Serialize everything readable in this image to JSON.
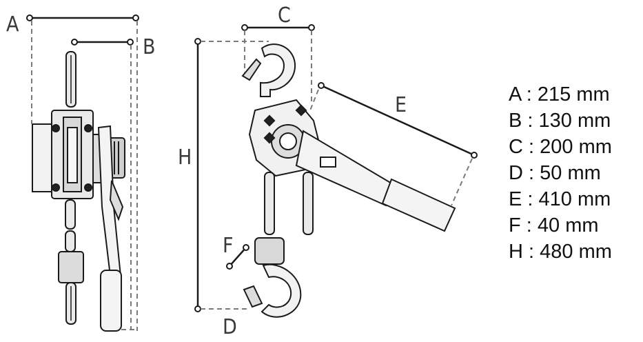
{
  "dimensions": [
    {
      "letter": "A",
      "value": "215 mm"
    },
    {
      "letter": "B",
      "value": "130 mm"
    },
    {
      "letter": "C",
      "value": "200 mm"
    },
    {
      "letter": "D",
      "value": "50 mm"
    },
    {
      "letter": "E",
      "value": "410 mm"
    },
    {
      "letter": "F",
      "value": "40 mm"
    },
    {
      "letter": "H",
      "value": "480 mm"
    }
  ],
  "separator": " : ",
  "colors": {
    "line": "#1a1a1a",
    "dash": "#7a7a7a",
    "fill": "#e9e9e9",
    "text": "#111111"
  }
}
